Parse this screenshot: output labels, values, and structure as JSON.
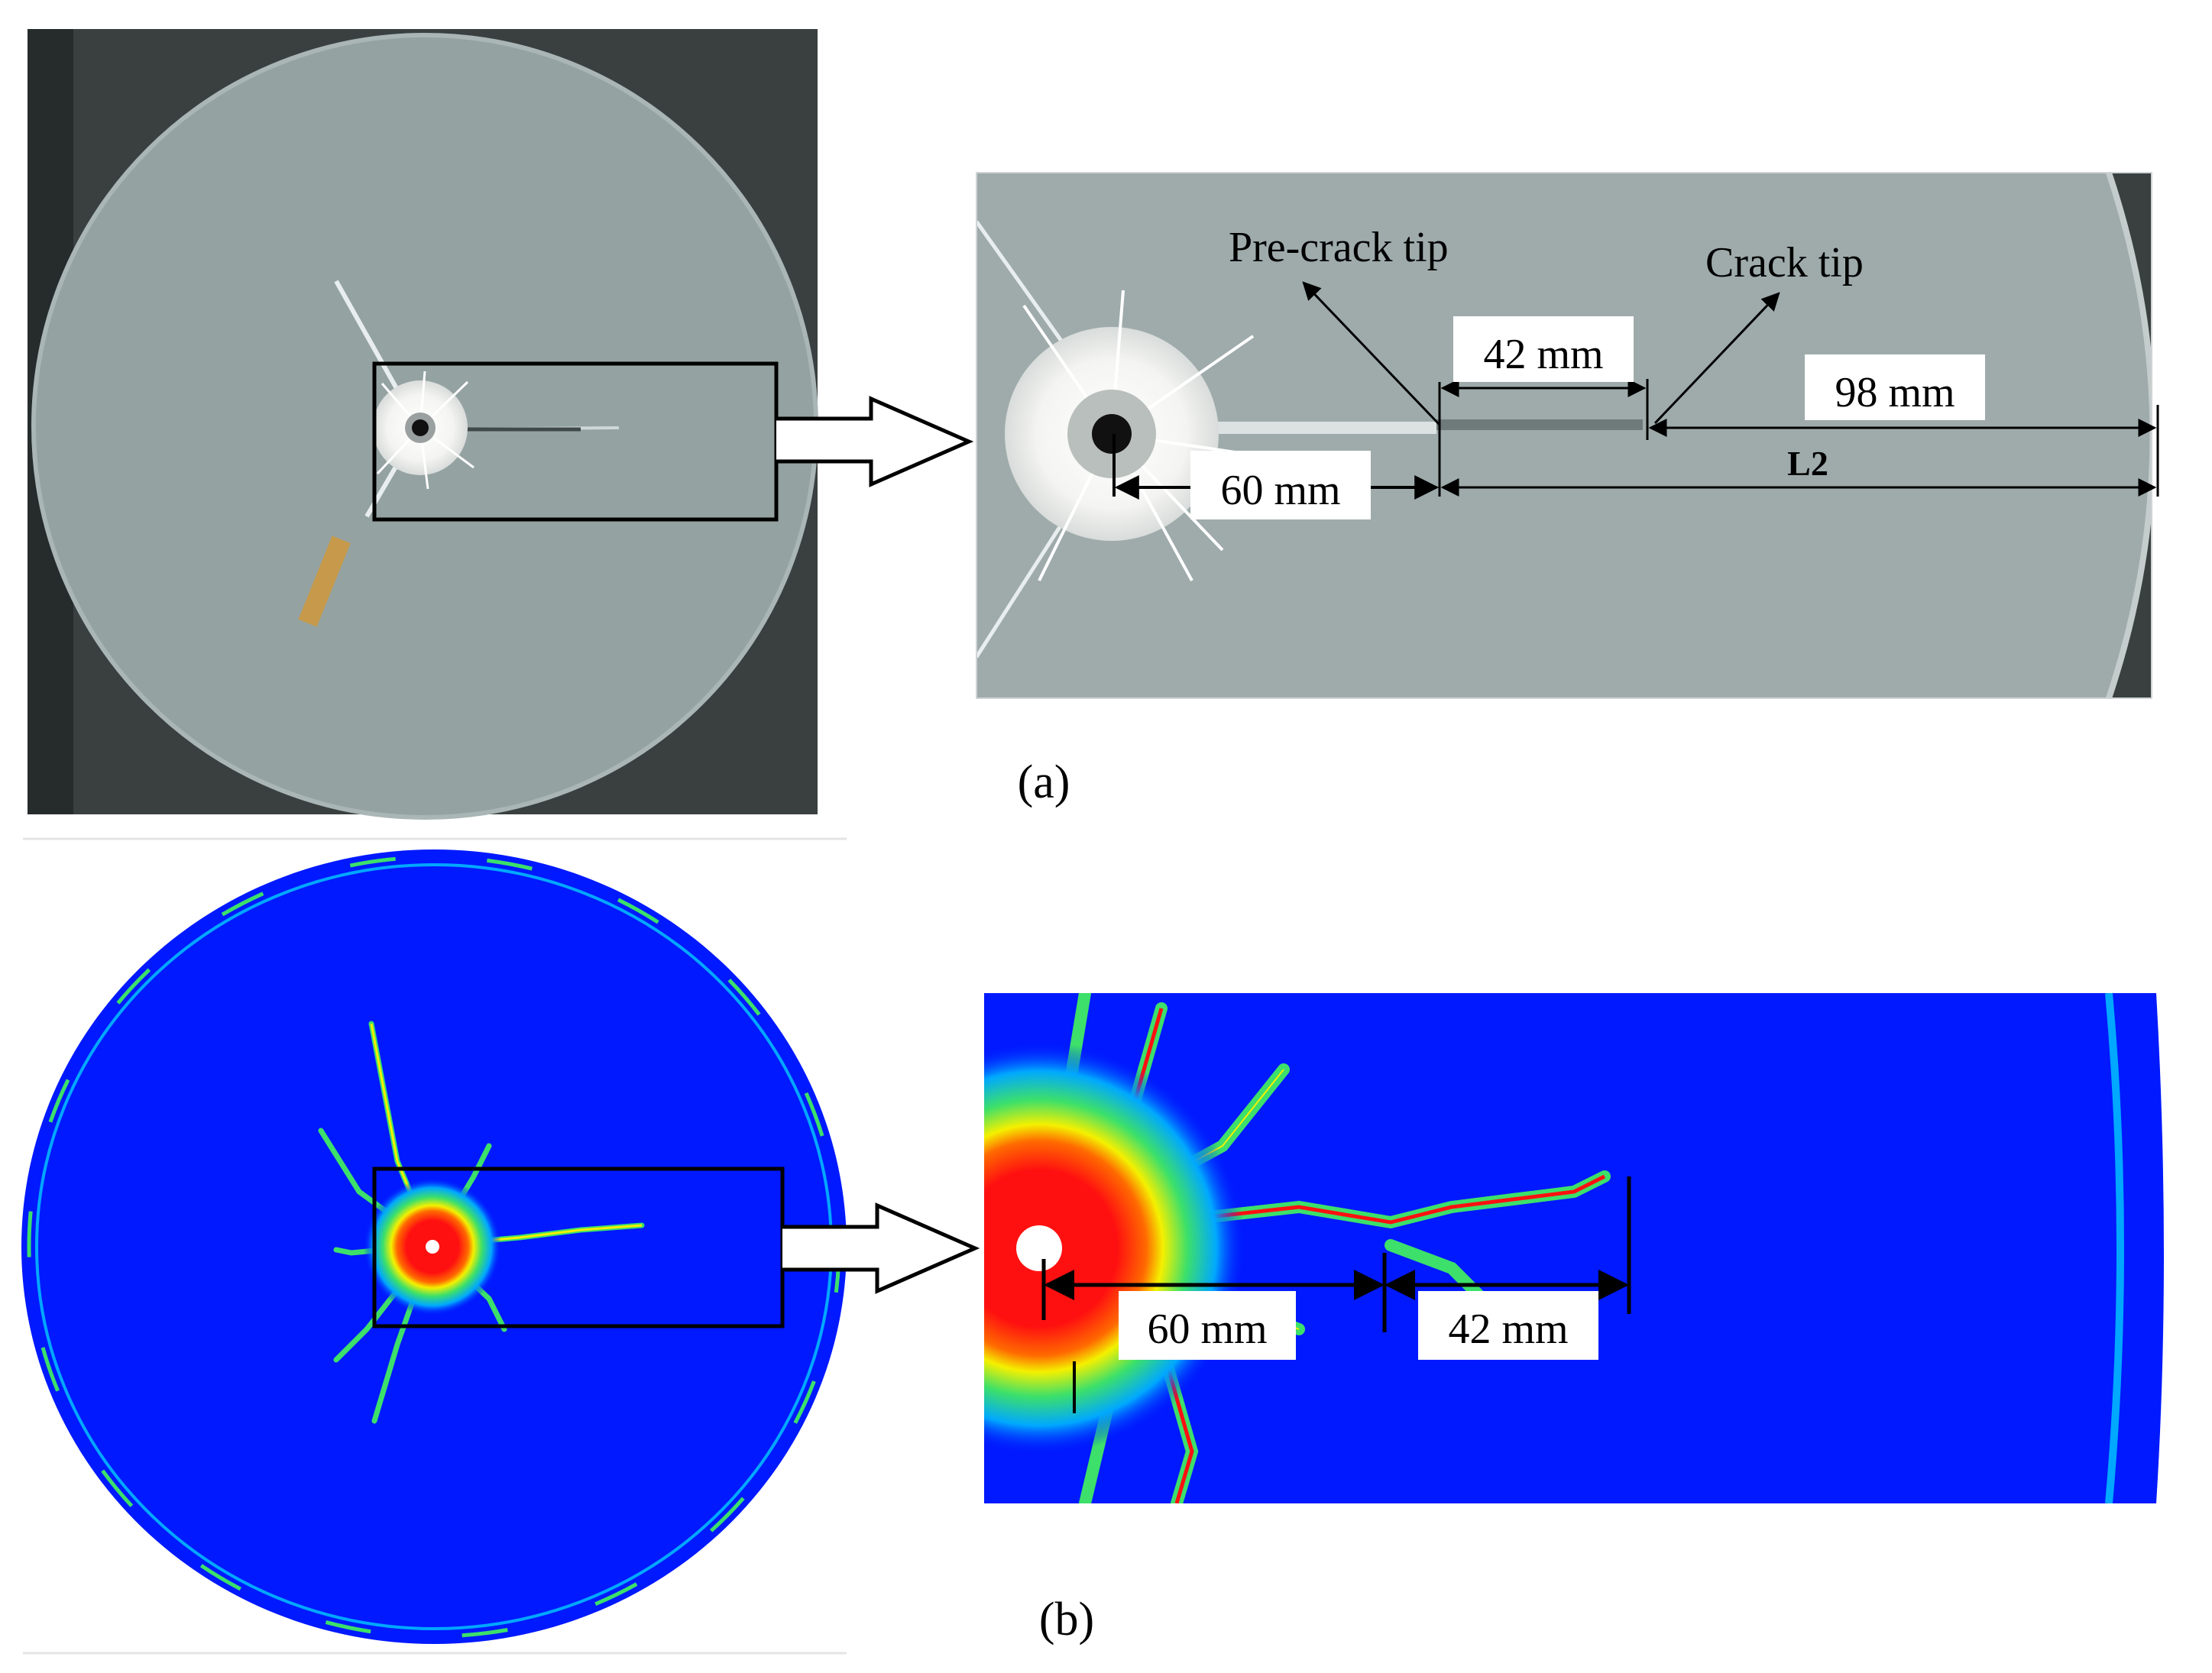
{
  "panel_a": {
    "caption": "(a)",
    "pre_crack_label": "Pre-crack tip",
    "crack_tip_label": "Crack tip",
    "dim_60": "60 mm",
    "dim_42": "42 mm",
    "dim_98": "98 mm",
    "dim_L2": "L2"
  },
  "panel_b": {
    "caption": "(b)",
    "dim_60": "60 mm",
    "dim_42": "42 mm"
  },
  "colors": {
    "photo_specimen": "#94a2a1",
    "photo_background": "#3a4040",
    "sim_blue": "#0019ff",
    "sim_cyan": "#00a8ff",
    "sim_green": "#3ce06a",
    "sim_yellow": "#f4f000",
    "sim_red": "#ff1010"
  }
}
